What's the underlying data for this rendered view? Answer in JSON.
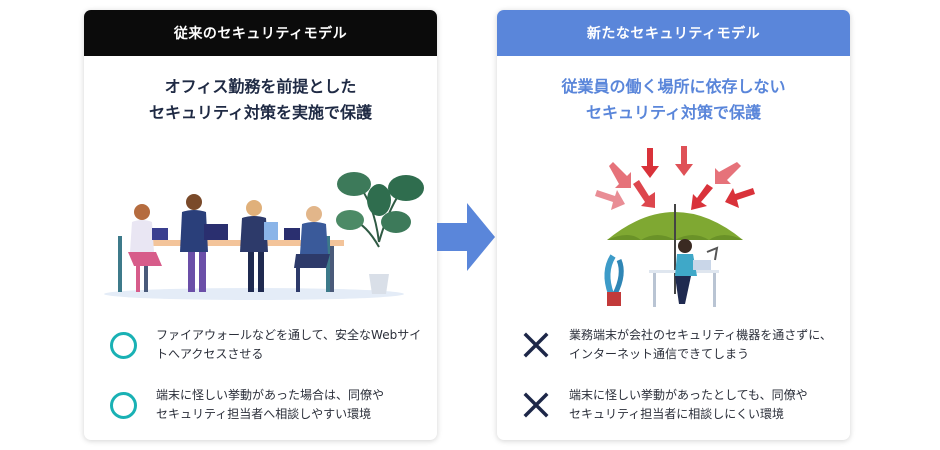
{
  "left_panel": {
    "header": "従来のセキュリティモデル",
    "title_line1": "オフィス勤務を前提とした",
    "title_line2": "セキュリティ対策を実施で保護",
    "points": [
      {
        "line1": "ファイアウォールなどを通して、安全なWebサイ",
        "line2": "トへアクセスさせる",
        "mark": "circle-icon"
      },
      {
        "line1": "端末に怪しい挙動があった場合は、同僚や",
        "line2": "セキュリティ担当者へ相談しやすい環境",
        "mark": "circle-icon"
      }
    ]
  },
  "right_panel": {
    "header": "新たなセキュリティモデル",
    "title_line1": "従業員の働く場所に依存しない",
    "title_line2": "セキュリティ対策で保護",
    "points": [
      {
        "line1": "業務端末が会社のセキュリティ機器を通さずに、",
        "line2": "インターネット通信できてしまう",
        "mark": "cross-icon"
      },
      {
        "line1": "端末に怪しい挙動があったとしても、同僚や",
        "line2": "セキュリティ担当者に相談しにくい環境",
        "mark": "cross-icon"
      }
    ]
  },
  "colors": {
    "left_header_bg": "#0b0b0b",
    "right_header_bg": "#5a86da",
    "right_title": "#5a86da",
    "circle_mark": "#19b1b4",
    "cross_mark": "#1d2748",
    "arrow": "#5a86da",
    "threat_arrows": "#d9323a",
    "umbrella": "#7fa832"
  }
}
